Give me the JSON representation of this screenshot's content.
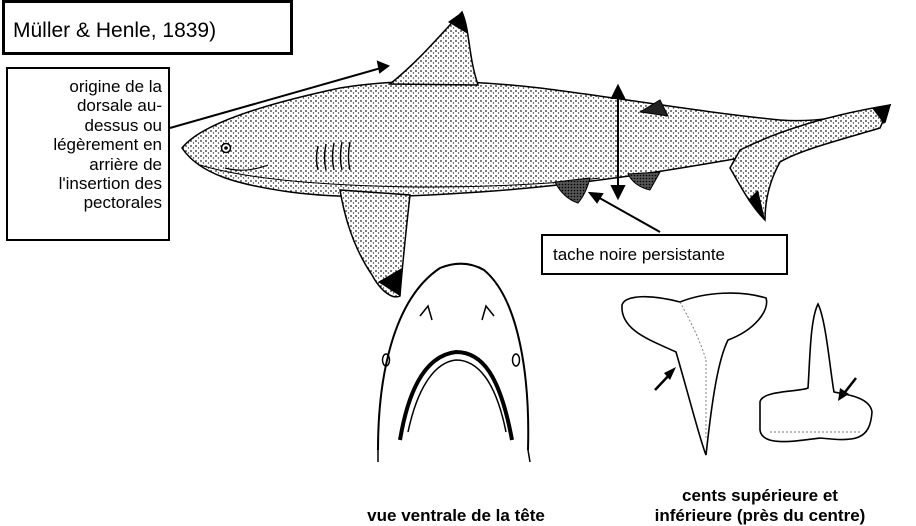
{
  "title_box": {
    "text": "Müller & Henle, 1839)"
  },
  "dorsal_note": {
    "lines": [
      "origine de la",
      "dorsale au-",
      "dessus ou",
      "légèrement en",
      "arrière de",
      "l'insertion des",
      "pectorales"
    ]
  },
  "spot_label": {
    "text": "tache noire persistante"
  },
  "head_caption": {
    "text": "vue ventrale de la tête"
  },
  "teeth_caption": {
    "lines": [
      "cents supérieure et",
      "inférieure (près du centre)"
    ]
  }
}
